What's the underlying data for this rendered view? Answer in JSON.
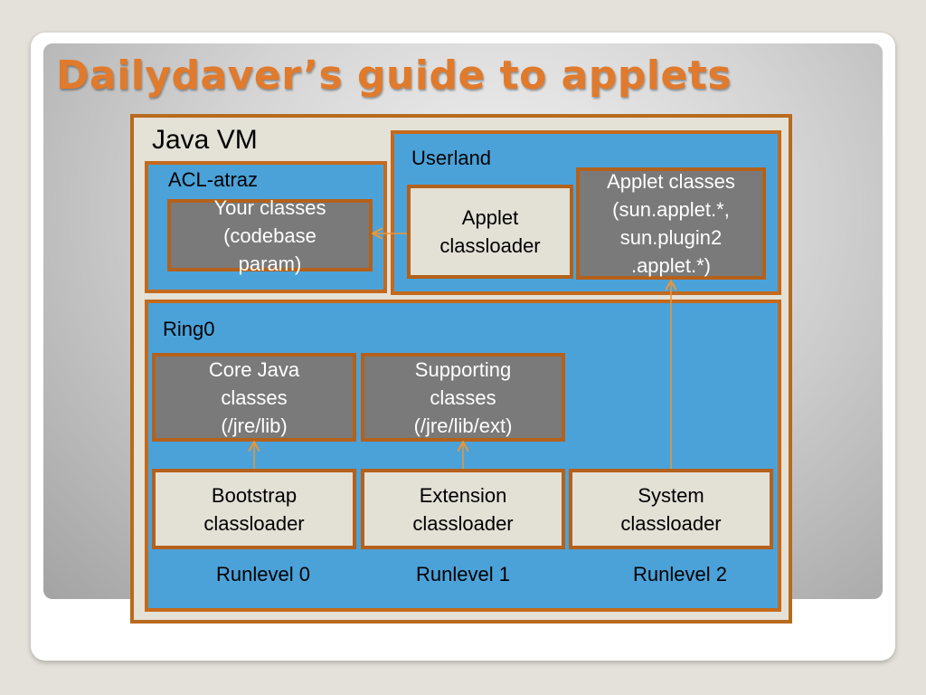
{
  "title": "Dailydaver’s guide to applets",
  "java_vm": {
    "label": "Java VM"
  },
  "acl_atraz": {
    "label": "ACL-atraz",
    "your_classes": "Your classes\n(codebase\nparam)"
  },
  "userland": {
    "label": "Userland",
    "applet_classloader": "Applet\nclassloader",
    "applet_classes": "Applet classes\n(sun.applet.*,\nsun.plugin2\n.applet.*)"
  },
  "ring0": {
    "label": "Ring0",
    "core_java_classes": "Core Java\nclasses\n(/jre/lib)",
    "supporting_classes": "Supporting\nclasses\n(/jre/lib/ext)",
    "bootstrap_classloader": "Bootstrap\nclassloader",
    "extension_classloader": "Extension\nclassloader",
    "system_classloader": "System\nclassloader"
  },
  "runlevels": [
    "Runlevel 0",
    "Runlevel 1",
    "Runlevel 2"
  ],
  "colors": {
    "title": "#e07a2c",
    "region_fill": "#4ba2d9",
    "border": "#b4611b",
    "gray_box": "#7a7a7a",
    "cream_box": "#e3e0d6",
    "arrow": "#e8963a"
  }
}
